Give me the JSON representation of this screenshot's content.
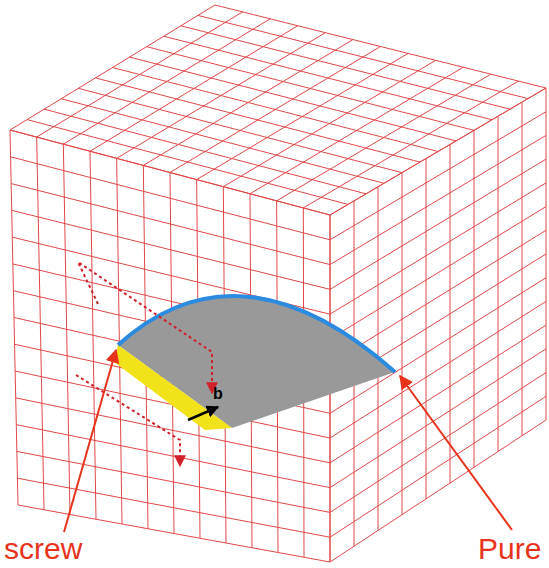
{
  "diagram": {
    "labels": [
      "b",
      "screw",
      "Pure"
    ]
  }
}
